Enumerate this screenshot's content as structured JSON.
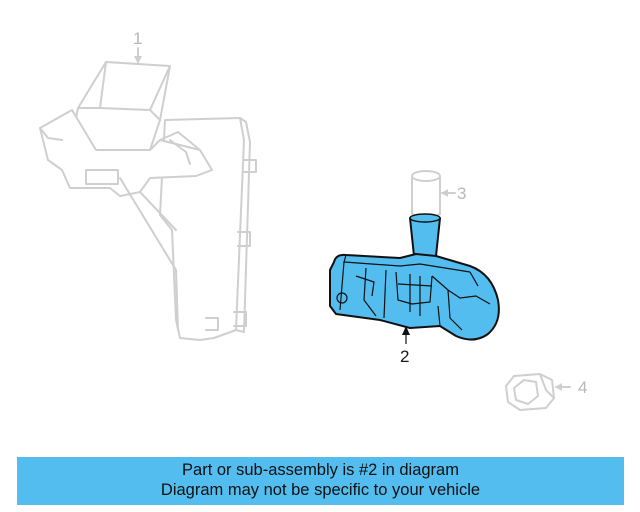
{
  "callouts": {
    "part1": "1",
    "part2": "2",
    "part3": "3",
    "part4": "4"
  },
  "highlighted_part": "2",
  "colors": {
    "highlight": "#53bdf0",
    "ghost_lines": "#cfcfcf",
    "banner_background": "#53bdf0"
  },
  "banner": {
    "line1": "Part or sub-assembly is #2 in diagram",
    "line2": "Diagram may not be specific to your vehicle"
  }
}
